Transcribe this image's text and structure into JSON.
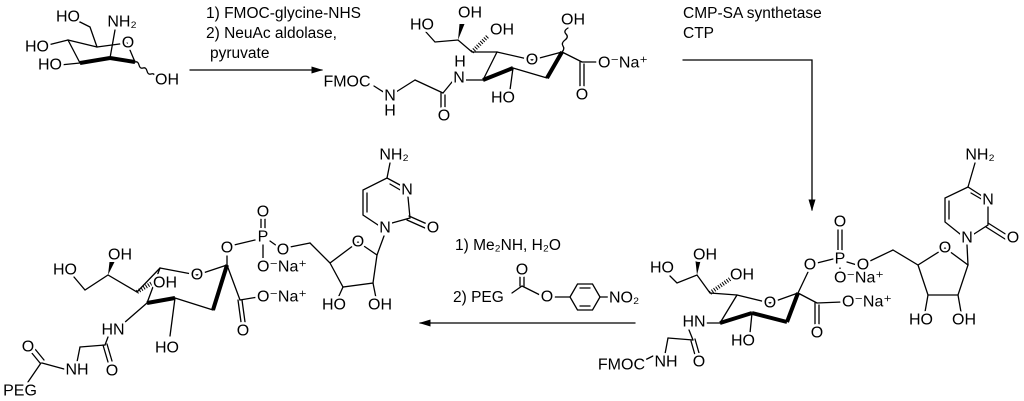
{
  "reactions": {
    "step1": {
      "line1": "1) FMOC-glycine-NHS",
      "line2": "2) NeuAc aldolase,",
      "line3": "pyruvate"
    },
    "step2": {
      "line1": "CMP-SA synthetase",
      "line2": "CTP"
    },
    "step3": {
      "line1": "1) Me₂NH, H₂O",
      "line2_prefix": "2) PEG",
      "carbonyl_o": "O",
      "ester_o": "O",
      "nitro": "NO₂"
    }
  },
  "molecules": {
    "mannosamine": {
      "labels": [
        "HO",
        "NH₂",
        "O",
        "HO",
        "HO",
        "OH"
      ]
    },
    "fmoc_neuac": {
      "labels": [
        "HO",
        "OH",
        "OH",
        "OH",
        "O",
        "HO",
        "H",
        "N",
        "O",
        "O⁻Na⁺",
        "O",
        "FMOC",
        "N",
        "H"
      ]
    },
    "fmoc_cmp_neuac": {
      "labels": [
        "HO",
        "OH",
        "OH",
        "O",
        "HO",
        "HN",
        "O",
        "FMOC",
        "NH",
        "O",
        "P",
        "O",
        "O⁻Na⁺",
        "O",
        "O",
        "HO",
        "OH",
        "N",
        "N",
        "O",
        "NH₂",
        "O",
        "O⁻Na⁺"
      ]
    },
    "peg_cmp_neuac": {
      "labels": [
        "HO",
        "OH",
        "OH",
        "O",
        "HO",
        "HN",
        "O",
        "NH",
        "O",
        "PEG",
        "O",
        "P",
        "O",
        "O⁻Na⁺",
        "O",
        "O",
        "HO",
        "OH",
        "N",
        "N",
        "O",
        "NH₂",
        "O",
        "O⁻Na⁺"
      ]
    }
  }
}
